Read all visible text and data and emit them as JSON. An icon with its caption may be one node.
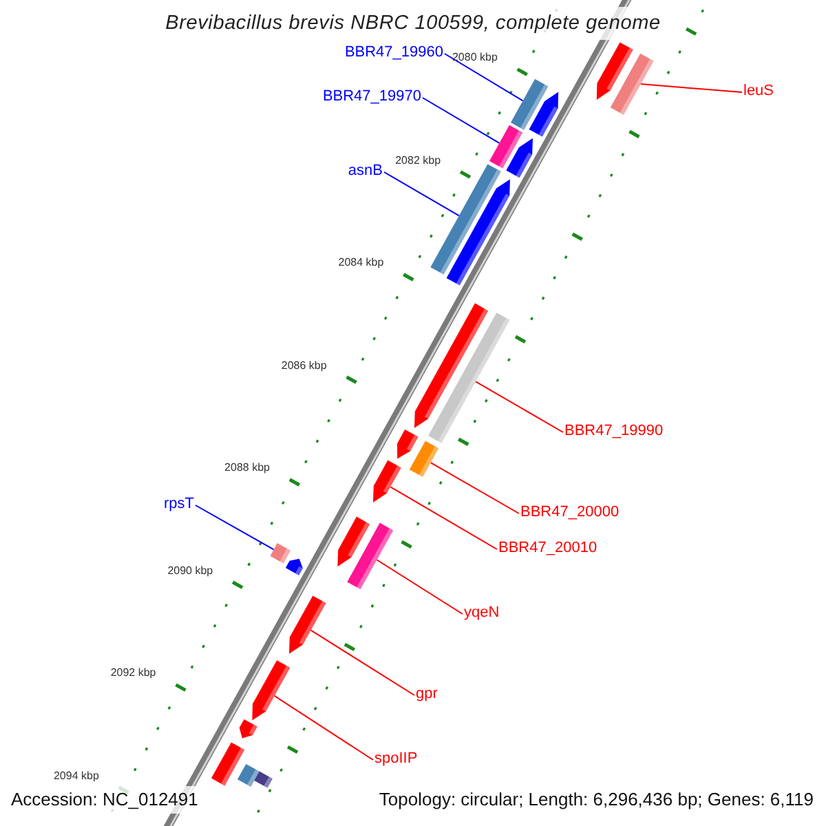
{
  "diagram": {
    "title": "Brevibacillus brevis NBRC 100599, complete genome",
    "nodes": [
      {
        "text": [
          "BBR47_19960"
        ]
      },
      {
        "text": [],
        "shape": "bar"
      },
      {
        "text": [
          "BBR47_19970"
        ]
      },
      {
        "text": [],
        "shape": "bar"
      },
      {
        "text": [
          "leuS"
        ]
      },
      {
        "text": [],
        "shape": "bar"
      },
      {
        "text": [
          "asnB"
        ]
      },
      {
        "text": [],
        "shape": "bar"
      },
      {
        "text": [
          "BBR47_19990"
        ]
      },
      {
        "text": [],
        "shape": "bar"
      },
      {
        "text": [
          "rpsT"
        ]
      },
      {
        "text": [],
        "shape": "bar"
      },
      {
        "text": [
          "BBR47_20000"
        ]
      },
      {
        "text": [],
        "shape": "bar"
      },
      {
        "text": [
          "BBR47_20010"
        ]
      },
      {
        "text": [],
        "shape": "bar"
      },
      {
        "text": [
          "yqeN"
        ]
      },
      {
        "text": [],
        "shape": "bar"
      },
      {
        "text": [
          "gpr"
        ]
      },
      {
        "text": [],
        "shape": "bar"
      },
      {
        "text": [
          "spoIIP"
        ]
      },
      {
        "text": [],
        "shape": "bar"
      },
      {
        "text": [],
        "shape": "bar"
      },
      {
        "text": [],
        "shape": "bar"
      },
      {
        "text": [],
        "shape": "bar"
      },
      {
        "text": [],
        "shape": "bar"
      },
      {
        "text": [],
        "shape": "bar"
      },
      {
        "text": [],
        "shape": "bar"
      },
      {
        "text": [],
        "shape": "bar"
      },
      {
        "text": [],
        "shape": "bar"
      },
      {
        "text": [],
        "shape": "bar"
      },
      {
        "text": [],
        "shape": "bar"
      },
      {
        "text": [],
        "shape": "bar"
      },
      {
        "text": [],
        "shape": "bar"
      }
    ],
    "edges": [
      {
        "from": 0,
        "to": 1,
        "arrow": "none",
        "color": "#0000ff"
      },
      {
        "from": 2,
        "to": 3,
        "arrow": "none",
        "color": "#0000ff"
      },
      {
        "from": 4,
        "to": 5,
        "arrow": "none"
      },
      {
        "from": 6,
        "to": 7,
        "arrow": "none",
        "color": "#0000ff"
      },
      {
        "from": 8,
        "to": 9,
        "arrow": "none"
      },
      {
        "from": 10,
        "to": 11,
        "arrow": "none",
        "color": "#0000ff"
      },
      {
        "from": 12,
        "to": 13,
        "arrow": "none"
      },
      {
        "from": 14,
        "to": 15,
        "arrow": "none"
      },
      {
        "from": 16,
        "to": 17,
        "arrow": "none"
      },
      {
        "from": 18,
        "to": 19,
        "arrow": "none"
      },
      {
        "from": 20,
        "to": 21,
        "arrow": "none"
      }
    ],
    "labels": [
      "2080 kbp",
      "2082 kbp",
      "2084 kbp",
      "2086 kbp",
      "2088 kbp",
      "2090 kbp",
      "2092 kbp",
      "2094 kbp",
      "Accession: NC_012491",
      "Topology: circular; Length: 6,296,436 bp; Genes: 6,119"
    ]
  }
}
